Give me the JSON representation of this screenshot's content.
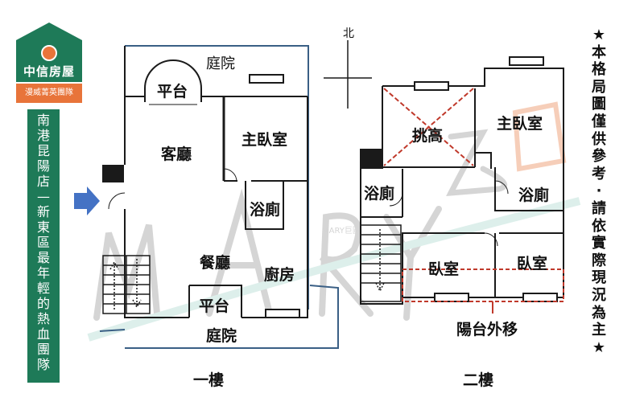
{
  "logo": {
    "brand": "中信房屋",
    "slogan": "漫威菁英團隊"
  },
  "branch": {
    "text": "南\n港\n昆\n陽\n店\n—\n新\n東\n區\n最\n年\n輕\n的\n熱\n血\n團\n隊"
  },
  "watermark": "MARY巨圖",
  "compass": {
    "north": "北"
  },
  "floor1": {
    "title": "一樓",
    "rooms": {
      "garden_top": "庭院",
      "terrace_top": "平台",
      "living": "客廳",
      "master": "主臥室",
      "bath": "浴廁",
      "dining": "餐廳",
      "kitchen": "廚房",
      "terrace_bottom": "平台",
      "garden_bottom": "庭院"
    }
  },
  "floor2": {
    "title": "二樓",
    "rooms": {
      "void": "挑高",
      "master": "主臥室",
      "bath_left": "浴廁",
      "bath_right": "浴廁",
      "bedroom_left": "臥室",
      "bedroom_right": "臥室"
    },
    "note": "陽台外移"
  },
  "disclaimer": "★\n本\n格\n局\n圖\n僅\n供\n參\n考\n·\n請\n依\n實\n際\n現\n況\n為\n主\n★",
  "colors": {
    "brand_green": "#1e7a58",
    "brand_orange": "#e8743a",
    "wall": "#1a1a1a",
    "garden_line": "#3a5f85",
    "dashed_red": "#c0392b",
    "entry_arrow": "#4472c4"
  }
}
